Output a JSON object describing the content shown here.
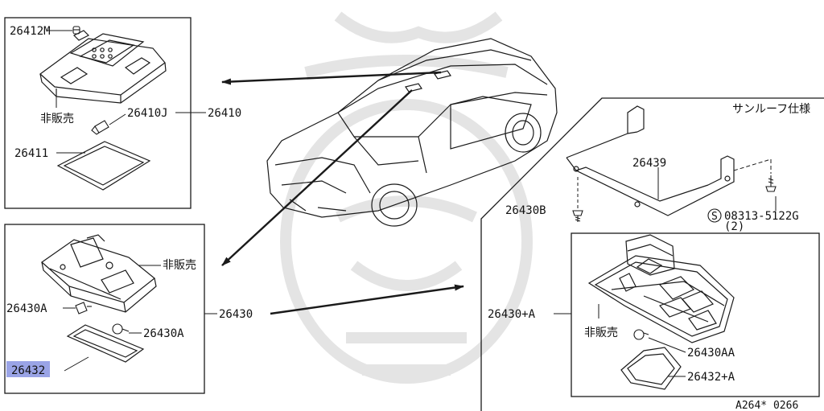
{
  "colors": {
    "line": "#1a1a1a",
    "highlight": "#9aa4e6",
    "watermark": "#e6e6e6"
  },
  "panel_top_left": {
    "part_bulb_cap": "26412M",
    "part_lamp_assy": "26410",
    "part_bulb": "26410J",
    "part_lens": "26411",
    "note_not_sold": "非販売"
  },
  "panel_bottom_left": {
    "part_lamp_assy": "26430",
    "part_bulb_left": "26430A",
    "part_bulb_right": "26430A",
    "part_lens_prefix": "2643",
    "part_lens_suffix": "2",
    "note_not_sold": "非販売"
  },
  "panel_sunroof": {
    "title": "サンルーフ仕様",
    "part_bracket": "26439",
    "part_screw": "26430B",
    "part_bolt": "08313-5122G",
    "bolt_qty": "(2)",
    "bolt_symbol": "S",
    "part_lamp_assy": "26430+A",
    "part_bulb": "26430AA",
    "part_lens": "26432+A",
    "note_not_sold": "非販売"
  },
  "footer_code": "A264* 0266"
}
